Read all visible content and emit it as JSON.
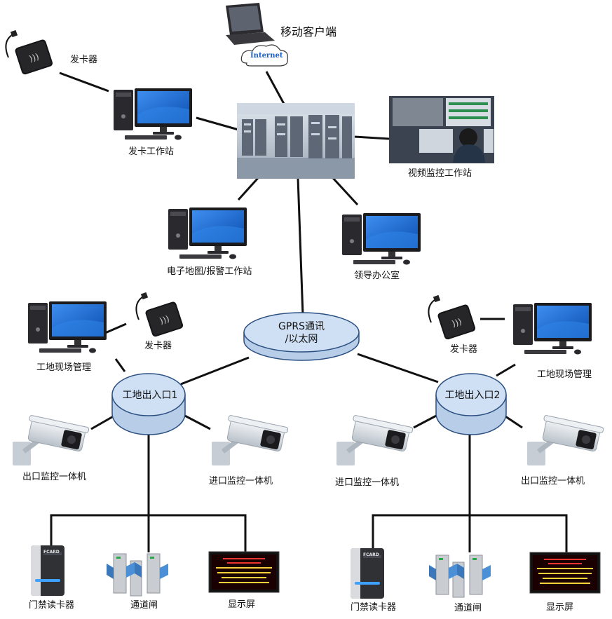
{
  "top": {
    "mobile_client": "移动客户端",
    "internet": "Internet"
  },
  "stations": {
    "card_issuer_top": "发卡器",
    "card_station": "发卡工作站",
    "video_station": "视频监控工作站",
    "map_station": "电子地图/报警工作站",
    "leader_office": "领导办公室"
  },
  "hub": {
    "line1": "GPRS通讯",
    "line2": "/以太网"
  },
  "left_site": {
    "manager": "工地现场管理",
    "card_issuer": "发卡器",
    "gate_node": "工地出入口1",
    "exit_camera": "出口监控一体机",
    "entry_camera": "进口监控一体机",
    "reader": "门禁读卡器",
    "turnstile": "通道闸",
    "display": "显示屏",
    "reader_brand": "FCARD"
  },
  "right_site": {
    "manager": "工地现场管理",
    "card_issuer": "发卡器",
    "gate_node": "工地出入口2",
    "entry_camera": "进口监控一体机",
    "exit_camera": "出口监控一体机",
    "reader": "门禁读卡器",
    "turnstile": "通道闸",
    "display": "显示屏",
    "reader_brand": "FCARD"
  },
  "colors": {
    "node_fill": "#cfe0f4",
    "node_stroke": "#2b4f80",
    "line": "#111111",
    "monitor_screen": "#1f6fd8",
    "display_bg": "#111111",
    "display_text": "#ffd23a"
  }
}
